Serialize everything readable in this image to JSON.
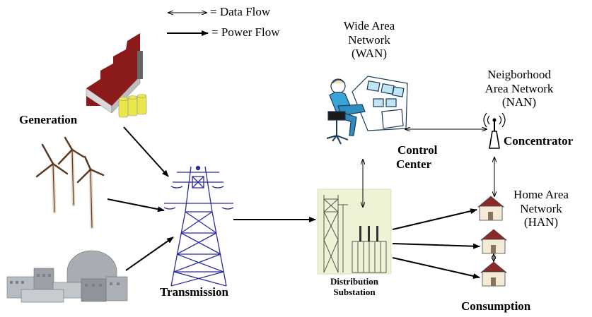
{
  "legend": {
    "data_flow": "= Data Flow",
    "power_flow": "= Power Flow"
  },
  "labels": {
    "generation": "Generation",
    "transmission": "Transmission",
    "distribution_substation_line1": "Distribution",
    "distribution_substation_line2": "Substation",
    "wan_line1": "Wide  Area",
    "wan_line2": "Network",
    "wan_line3": "(WAN)",
    "control_center_line1": "Control",
    "control_center_line2": "Center",
    "nan_line1": "Neigborhood",
    "nan_line2": "Area Network",
    "nan_line3": "(NAN)",
    "concentrator": "Concentrator",
    "han_line1": "Home Area",
    "han_line2": "Network",
    "han_line3": "(HAN)",
    "consumption": "Consumption"
  },
  "colors": {
    "tower": "#2b2b9c",
    "factory_roof": "#8b1a1a",
    "factory_wall": "#d9d9d9",
    "tanks": "#e8e84a",
    "substation_bg": "#eef3d6",
    "house_roof": "#8b2a2a",
    "plant_gray": "#9aa0a6"
  },
  "icons": [
    "factory-icon",
    "wind-turbines-icon",
    "nuclear-plant-icon",
    "transmission-tower-icon",
    "substation-icon",
    "operator-console-icon",
    "antenna-icon",
    "house-icon"
  ]
}
